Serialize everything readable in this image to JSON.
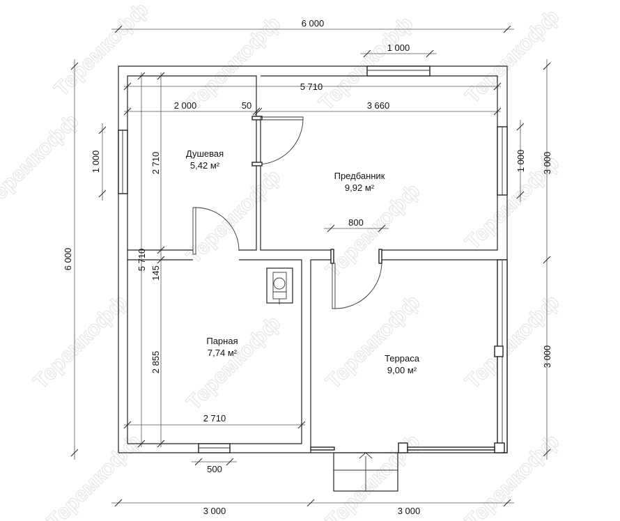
{
  "watermark": "Теремкофф",
  "rooms": [
    {
      "name": "Душевая",
      "area": "5,42 м²"
    },
    {
      "name": "Предбанник",
      "area": "9,92 м²"
    },
    {
      "name": "Парная",
      "area": "7,74 м²"
    },
    {
      "name": "Терраса",
      "area": "9,00 м²"
    }
  ],
  "dimensions": {
    "top_total": "6 000",
    "top_window": "1 000",
    "inner_width": "5 710",
    "shower_width": "2 000",
    "partition": "50",
    "anteroom_width": "3 660",
    "left_total": "6 000",
    "left_window": "1 000",
    "shower_depth": "2 710",
    "inner_height": "5 710",
    "wall_gap": "145",
    "steam_depth": "2 855",
    "steam_width": "2 710",
    "bottom_window": "500",
    "door_width": "800",
    "right_window": "1 000",
    "right_upper": "3 000",
    "right_lower": "3 000",
    "bottom_left": "3 000",
    "bottom_right": "3 000"
  }
}
